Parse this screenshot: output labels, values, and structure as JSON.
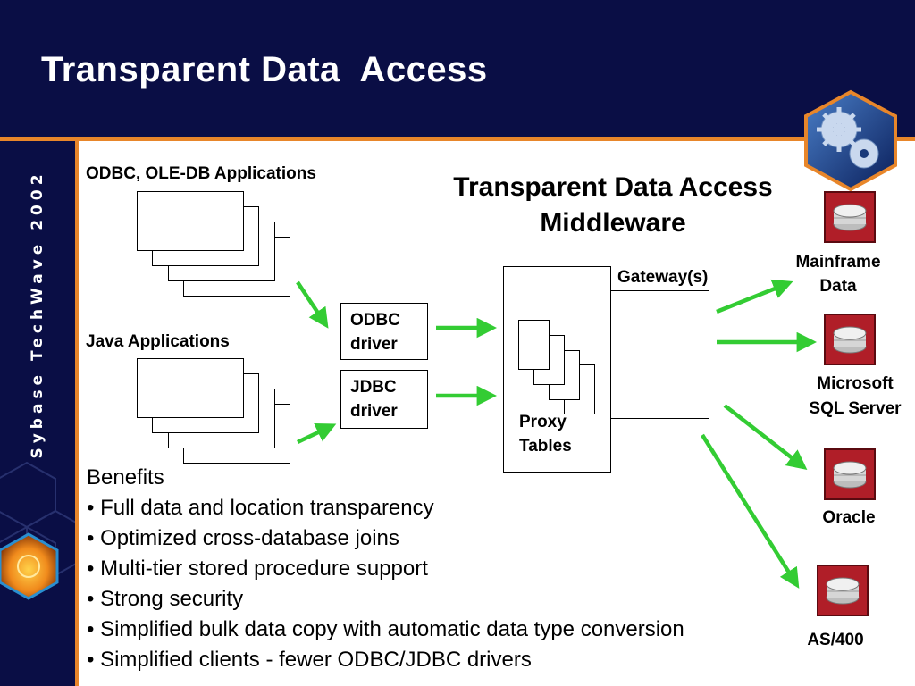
{
  "slide": {
    "title": "Transparent Data  Access",
    "brand": "Sybase TechWave 2002"
  },
  "diagram": {
    "middleware_title_line1": "Transparent Data Access",
    "middleware_title_line2": "Middleware",
    "odbc_apps_label": "ODBC, OLE-DB Applications",
    "java_apps_label": "Java Applications",
    "odbc_driver": [
      "ODBC",
      "driver"
    ],
    "jdbc_driver": [
      "JDBC",
      "driver"
    ],
    "gateway_label": "Gateway(s)",
    "proxy_tables": [
      "Proxy",
      "Tables"
    ],
    "targets": [
      {
        "lines": [
          "Mainframe",
          "Data"
        ]
      },
      {
        "lines": [
          "Microsoft",
          "SQL Server"
        ]
      },
      {
        "lines": [
          "Oracle"
        ]
      },
      {
        "lines": [
          "AS/400"
        ]
      }
    ]
  },
  "benefits": {
    "heading": "Benefits",
    "items": [
      "• Full data and location transparency",
      "• Optimized cross-database joins",
      "• Multi-tier stored procedure support",
      "• Strong security",
      "• Simplified bulk data copy with automatic data type conversion",
      "• Simplified clients - fewer ODBC/JDBC drivers"
    ]
  },
  "colors": {
    "header_bg": "#0a0e45",
    "accent_orange": "#e8862a",
    "arrow_green": "#33cc33",
    "db_icon_red": "#b01e28"
  },
  "icons": [
    "gear-logo-icon",
    "database-icon"
  ]
}
